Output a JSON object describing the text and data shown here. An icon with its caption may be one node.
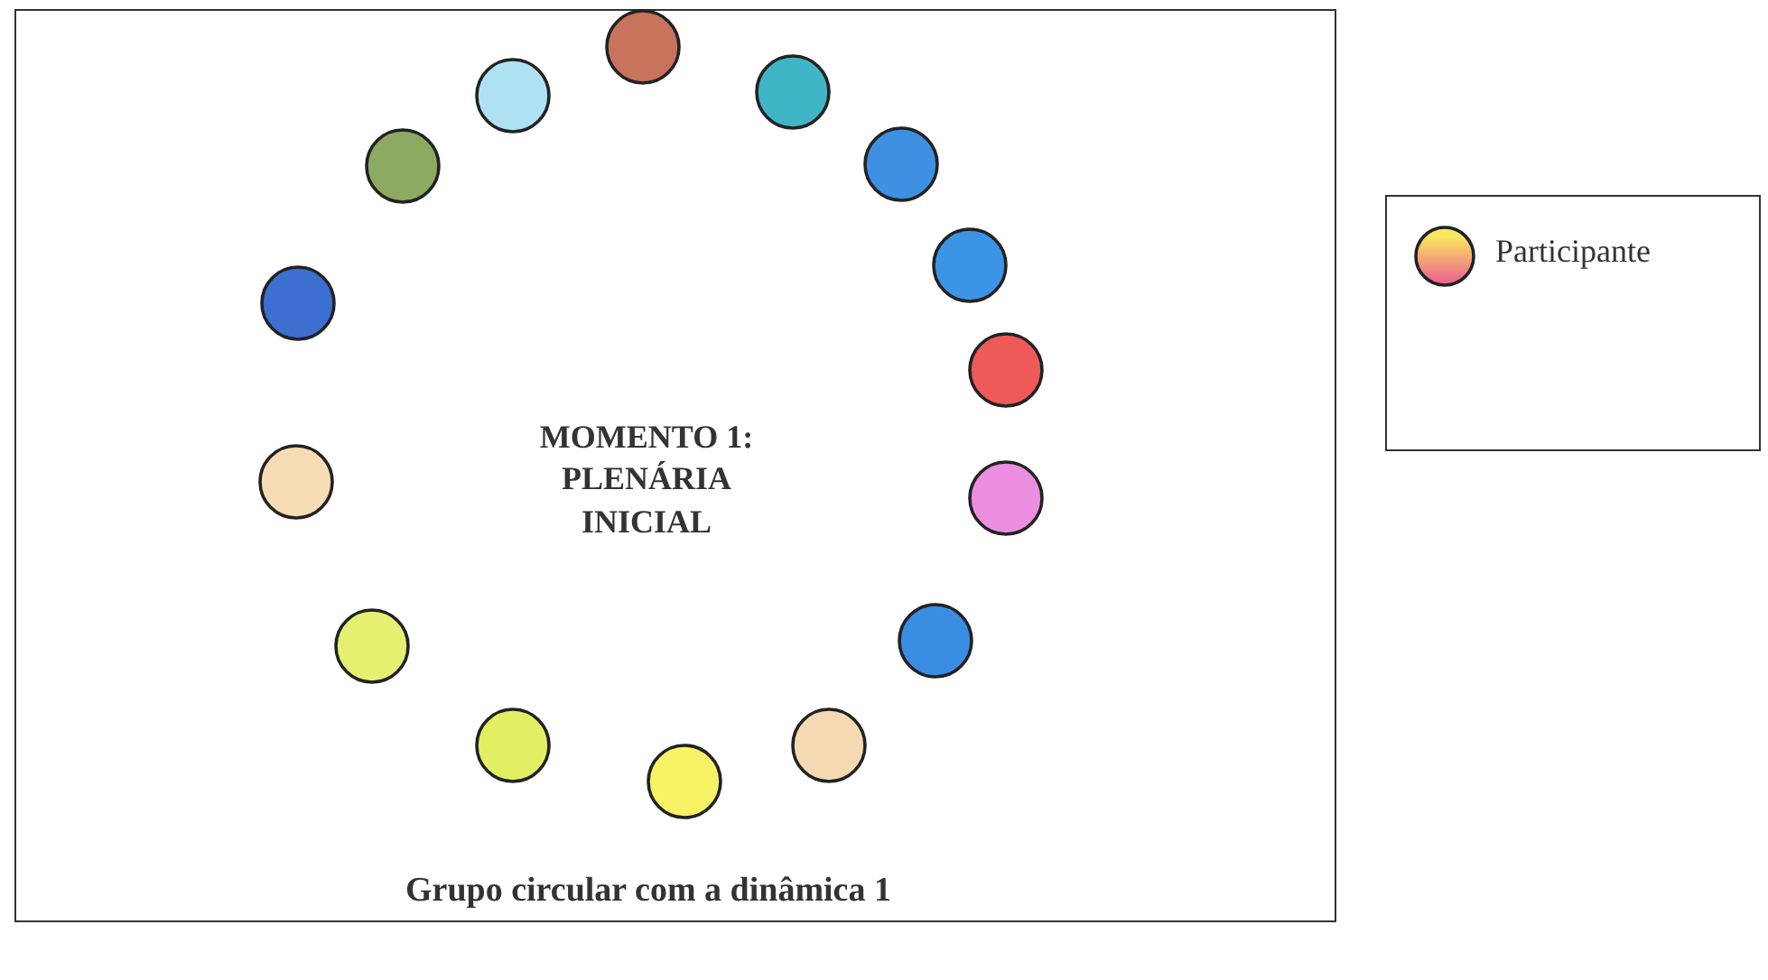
{
  "diagram": {
    "nodes": [
      {
        "text": [
          "MOMENTO 1: PLENÁRIA INICIAL",
          "Grupo circular com a dinâmica 1"
        ]
      },
      {
        "text": [],
        "shape": "circle",
        "in": 0
      },
      {
        "text": [],
        "shape": "circle",
        "in": 0
      },
      {
        "text": [],
        "shape": "circle",
        "in": 0
      },
      {
        "text": [],
        "shape": "circle",
        "in": 0
      },
      {
        "text": [],
        "shape": "circle",
        "in": 0
      },
      {
        "text": [],
        "shape": "circle",
        "in": 0
      },
      {
        "text": [],
        "shape": "circle",
        "in": 0
      },
      {
        "text": [],
        "shape": "circle",
        "in": 0
      },
      {
        "text": [],
        "shape": "circle",
        "in": 0
      },
      {
        "text": [],
        "shape": "circle",
        "in": 0
      },
      {
        "text": [],
        "shape": "circle",
        "in": 0
      },
      {
        "text": [],
        "shape": "circle",
        "in": 0
      },
      {
        "text": [],
        "shape": "circle",
        "in": 0
      },
      {
        "text": [],
        "shape": "circle",
        "in": 0
      },
      {
        "text": [],
        "shape": "circle",
        "in": 0
      }
    ],
    "legend": [
      {
        "text": "Participante"
      }
    ]
  }
}
